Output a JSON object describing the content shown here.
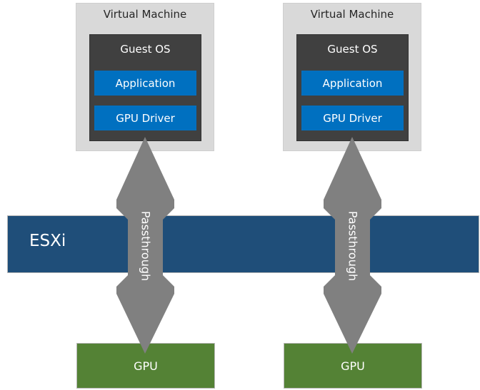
{
  "colors": {
    "vm_background": "#d9d9d9",
    "guest_os_background": "#404040",
    "component_blue": "#0070c0",
    "hypervisor_navy": "#1f4e79",
    "gpu_green": "#548235",
    "arrow_gray": "#808080"
  },
  "virtual_machines": [
    {
      "title": "Virtual Machine",
      "guest_os": "Guest OS",
      "application": "Application",
      "driver": "GPU Driver"
    },
    {
      "title": "Virtual Machine",
      "guest_os": "Guest OS",
      "application": "Application",
      "driver": "GPU Driver"
    }
  ],
  "hypervisor": {
    "label": "ESXi"
  },
  "connections": [
    {
      "label": "Passthrough",
      "type": "double-arrow"
    },
    {
      "label": "Passthrough",
      "type": "double-arrow"
    }
  ],
  "gpus": [
    {
      "label": "GPU"
    },
    {
      "label": "GPU"
    }
  ]
}
